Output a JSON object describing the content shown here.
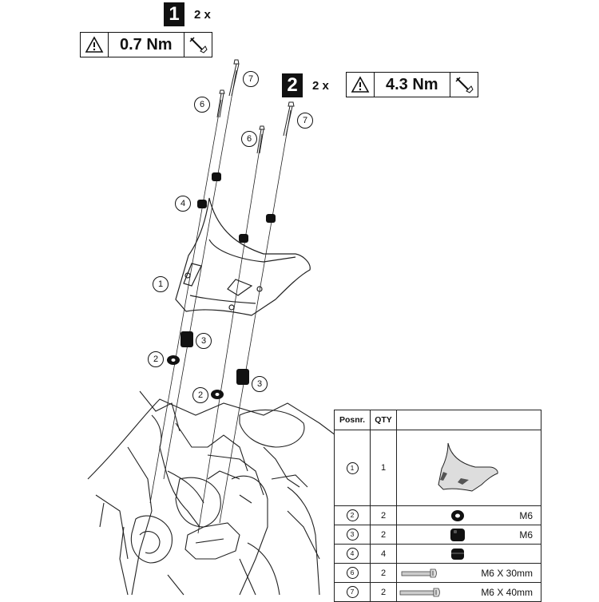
{
  "steps": [
    {
      "number": "1",
      "quantity": "2 x",
      "torque": "0.7 Nm",
      "warning_icon": "warning-triangle-icon",
      "tool_icon": "torque-wrench-icon"
    },
    {
      "number": "2",
      "quantity": "2 x",
      "torque": "4.3 Nm",
      "warning_icon": "warning-triangle-icon",
      "tool_icon": "torque-wrench-icon"
    }
  ],
  "callouts": {
    "c1": "1",
    "c2a": "2",
    "c2b": "2",
    "c3a": "3",
    "c3b": "3",
    "c4": "4",
    "c6a": "6",
    "c6b": "6",
    "c7a": "7",
    "c7b": "7"
  },
  "parts_table": {
    "headers": [
      "Posnr.",
      "QTY",
      ""
    ],
    "rows": [
      {
        "pos": "1",
        "qty": "1",
        "icon": "windscreen-icon",
        "spec": ""
      },
      {
        "pos": "2",
        "qty": "2",
        "icon": "washer-icon",
        "spec": "M6"
      },
      {
        "pos": "3",
        "qty": "2",
        "icon": "spacer-icon",
        "spec": "M6"
      },
      {
        "pos": "4",
        "qty": "4",
        "icon": "rubber-grommet-icon",
        "spec": ""
      },
      {
        "pos": "6",
        "qty": "2",
        "icon": "screw-short-icon",
        "spec": "M6 X 30mm"
      },
      {
        "pos": "7",
        "qty": "2",
        "icon": "screw-long-icon",
        "spec": "M6 X 40mm"
      }
    ]
  }
}
